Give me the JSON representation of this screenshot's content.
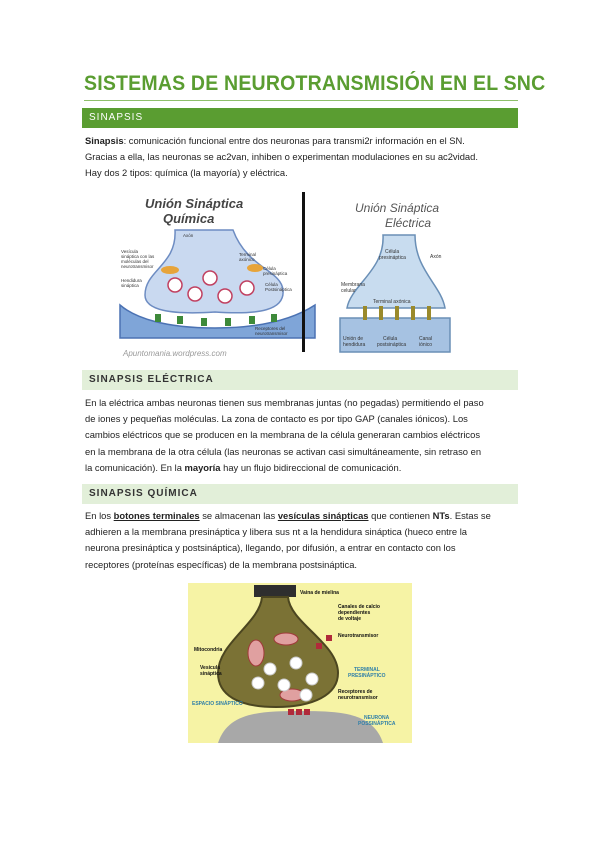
{
  "page_title": "SISTEMAS DE NEUROTRANSMISIÓN EN EL SNC",
  "sections": {
    "sinapsis": {
      "heading": "SINAPSIS",
      "p_term": "Sinapsis",
      "p_line1": ": comunicación funcional entre dos neuronas para transmi2r información en el SN.",
      "p_line2": "Gracias a ella, las neuronas se ac2van, inhiben o experimentan modulaciones en su ac2vidad.",
      "p_line3": "Hay dos 2 tipos: química (la mayoría) y eléctrica."
    },
    "electrica": {
      "heading": "SINAPSIS ELÉCTRICA",
      "p_line1": "En la eléctrica ambas neuronas tienen sus membranas juntas (no pegadas) permitiendo el paso",
      "p_line2": "de iones y pequeñas moléculas. La zona de contacto es por tipo GAP (canales iónicos). Los",
      "p_line3": "cambios eléctricos que se producen en la membrana de la célula generaran cambios eléctricos",
      "p_line4": "en la membrana de la otra célula (las neuronas se activan casi simultáneamente, sin retraso en",
      "p_line5a": "la comunicación). En la ",
      "p_line5b": "mayoría",
      "p_line5c": " hay un flujo bidireccional de comunicación."
    },
    "quimica": {
      "heading": "SINAPSIS QUÍMICA",
      "p1_a": "En los ",
      "p1_u1": "botones terminales",
      "p1_b": " se almacenan las ",
      "p1_u2": "vesículas sinápticas",
      "p1_c": " que contienen ",
      "p1_nt": "NTs",
      "p1_d": ". Estas se",
      "p_line2": "adhieren a la membrana presináptica y libera sus nt a la hendidura sináptica (hueco entre la",
      "p_line3": "neurona presináptica y postsináptica), llegando, por difusión, a entrar en contacto con los",
      "p_line4": "receptores (proteínas específicas) de la membrana postsináptica."
    }
  },
  "figure1": {
    "left_title1": "Unión Sináptica",
    "left_title2": "Química",
    "left_labels": {
      "axon": "Axón",
      "vesicle": "Vesícula",
      "vesicle2": "sináptica con las",
      "vesicle3": "moléculas del",
      "vesicle4": "neurotransmisor",
      "terminal1": "Terminal",
      "terminal2": "axónico",
      "pre1": "Célula",
      "pre2": "presináptica",
      "cleft1": "Hendidura",
      "cleft2": "sináptica",
      "post1": "Célula",
      "post2": "Postsináptica",
      "receptors1": "Receptores del",
      "receptors2": "neurotransmisor"
    },
    "watermark": "Apuntomania.wordpress.com",
    "right_title1": "Unión Sináptica",
    "right_title2": "Eléctrica",
    "right_labels": {
      "pre1": "Célula",
      "pre2": "presináptica",
      "axon": "Axón",
      "membrane1": "Membrana",
      "membrane2": "celular",
      "terminal": "Terminal axónica",
      "cleft1": "Unión de",
      "cleft2": "hendidura",
      "post1": "Célula",
      "post2": "postsináptica",
      "channel1": "Canal",
      "channel2": "iónico"
    }
  },
  "figure2": {
    "myelin": "Vaina de mielina",
    "calcium1": "Canales de calcio",
    "calcium2": "dependientes",
    "calcium3": "de voltaje",
    "neurotransmitter": "Neurotransmisor",
    "mito": "Mitocondria",
    "vesicle1": "Vesícula",
    "vesicle2": "sináptica",
    "terminal1": "TERMINAL",
    "terminal2": "PRESINÁPTICO",
    "receptors1": "Receptores de",
    "receptors2": "neurotransmisor",
    "space": "ESPACIO SINÁPTICO",
    "neuron1": "NEURONA",
    "neuron2": "POSSINÁPTICA"
  },
  "colors": {
    "green": "#5a9d31",
    "light_green": "#e2efd9",
    "fig2_bg": "#f6f3a5"
  }
}
